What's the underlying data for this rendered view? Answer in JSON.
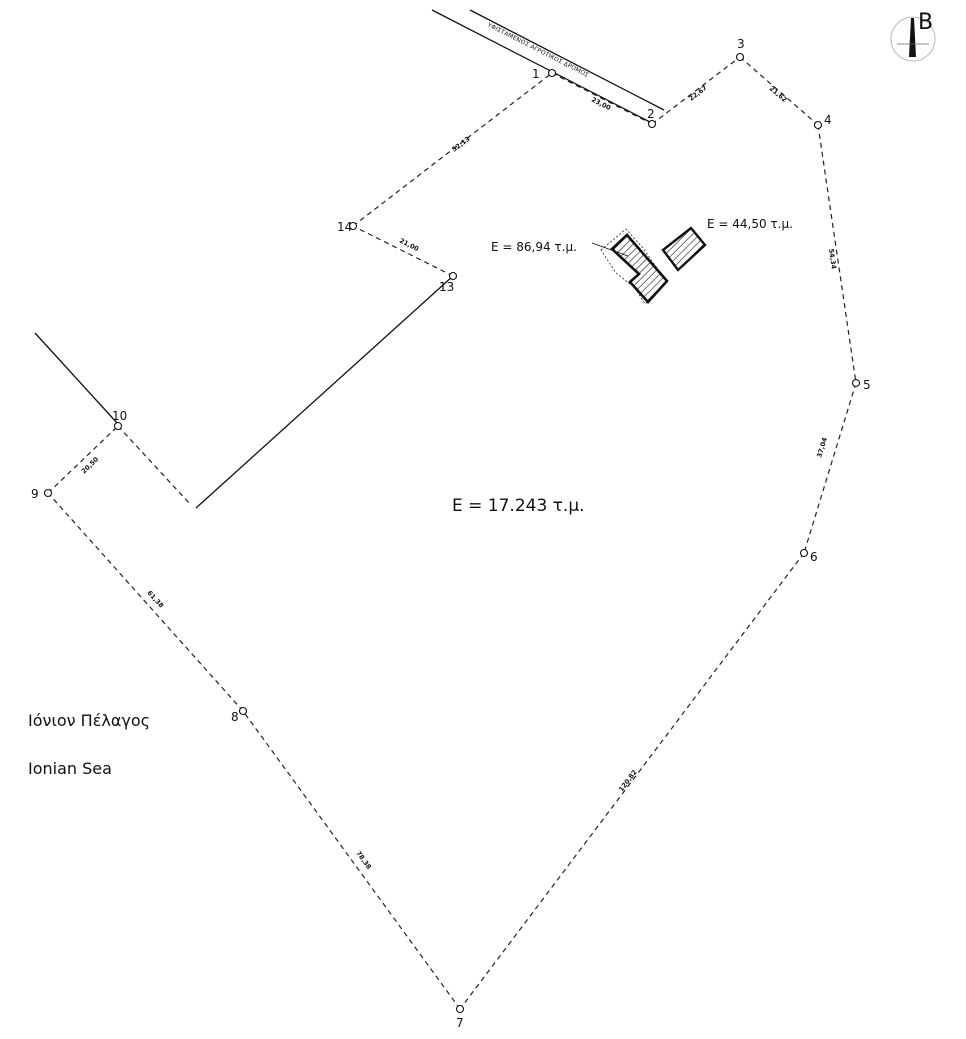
{
  "map": {
    "north_letter": "B",
    "road_label": "ΥΦΙΣΤΑΜΕΝΟΣ ΑΓΡΟΤΙΚΟΣ ΔΡΟΜΟΣ",
    "total_area": "E = 17.243 τ.μ.",
    "buildings": [
      {
        "label": "E = 86,94 τ.μ."
      },
      {
        "label": "E = 44,50 τ.μ."
      }
    ],
    "sea_labels": [
      "Ιόνιον Πέλαγος",
      "Ionian Sea"
    ],
    "vertices": [
      "1",
      "2",
      "3",
      "4",
      "5",
      "6",
      "7",
      "8",
      "9",
      "10",
      "13",
      "14"
    ],
    "segment_lengths": [
      "23,00",
      "22,67",
      "21,62",
      "54,34",
      "37,04",
      "120,82",
      "78,38",
      "61,38",
      "20,50",
      "21,00",
      "52,13"
    ]
  }
}
